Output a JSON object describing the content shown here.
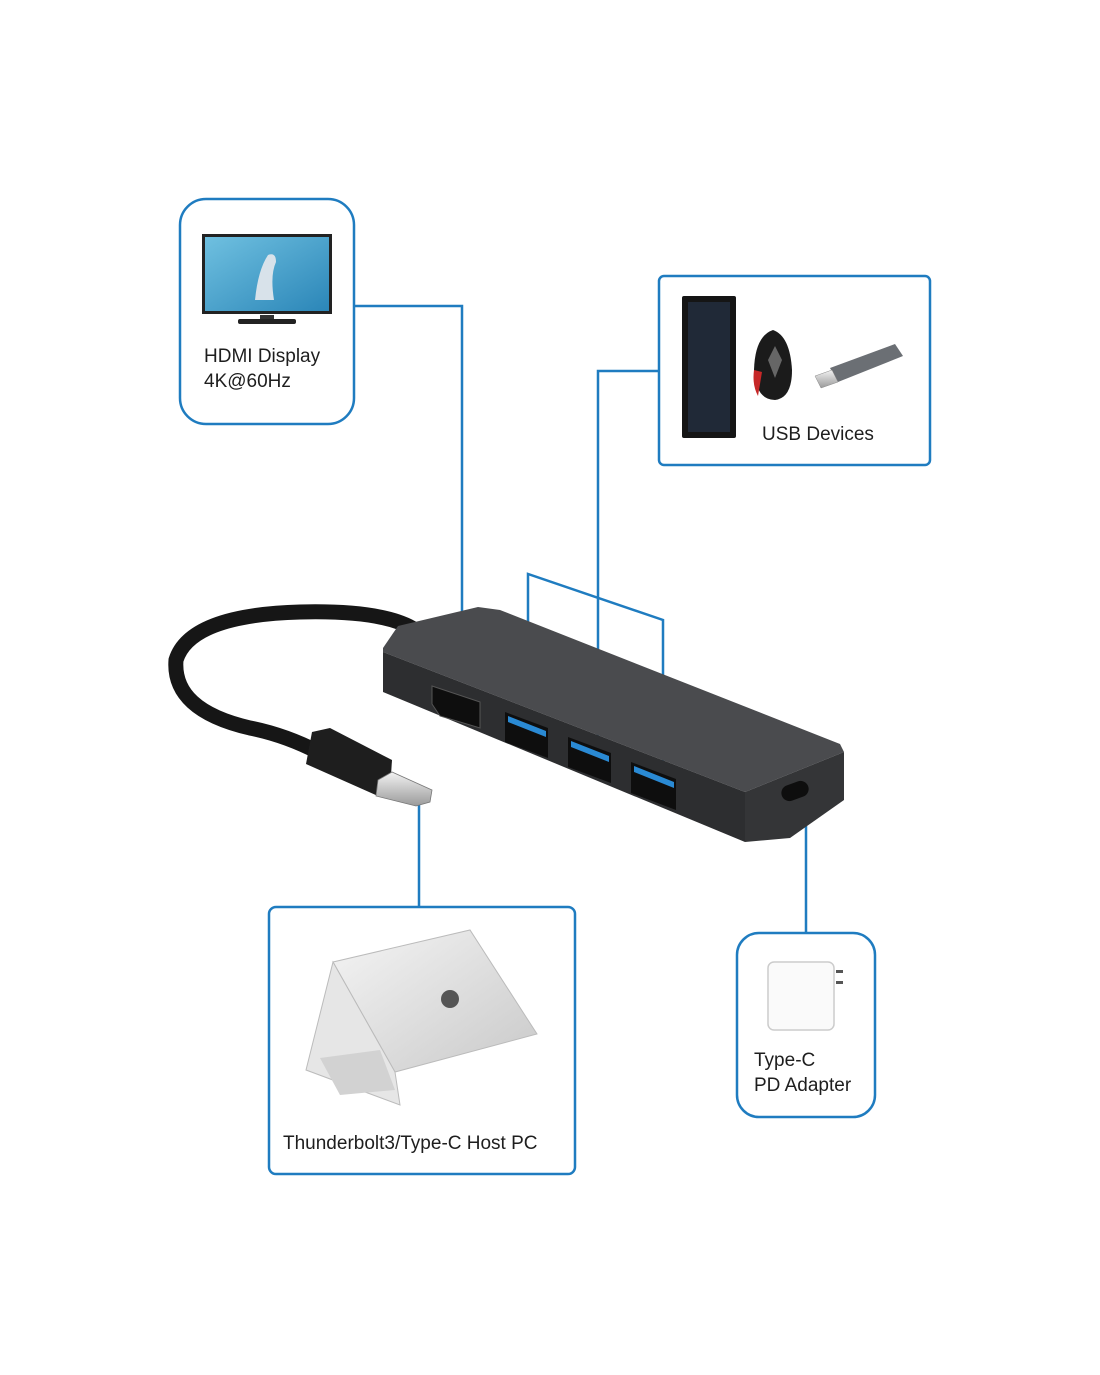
{
  "diagram": {
    "hdmi": {
      "line1": "HDMI Display",
      "line2": "4K@60Hz",
      "icon": "tv-icon"
    },
    "usb": {
      "label": "USB Devices",
      "icons": [
        "keyboard-icon",
        "mouse-icon",
        "usb-stick-icon"
      ]
    },
    "host": {
      "label": "Thunderbolt3/Type-C Host PC",
      "icon": "laptop-icon"
    },
    "pd": {
      "line1": "Type-C",
      "line2": "PD Adapter",
      "icon": "charger-icon"
    },
    "colors": {
      "accent": "#1f7cc0",
      "hub": "#3a3b3d",
      "usb_port": "#2a8ad4"
    }
  }
}
